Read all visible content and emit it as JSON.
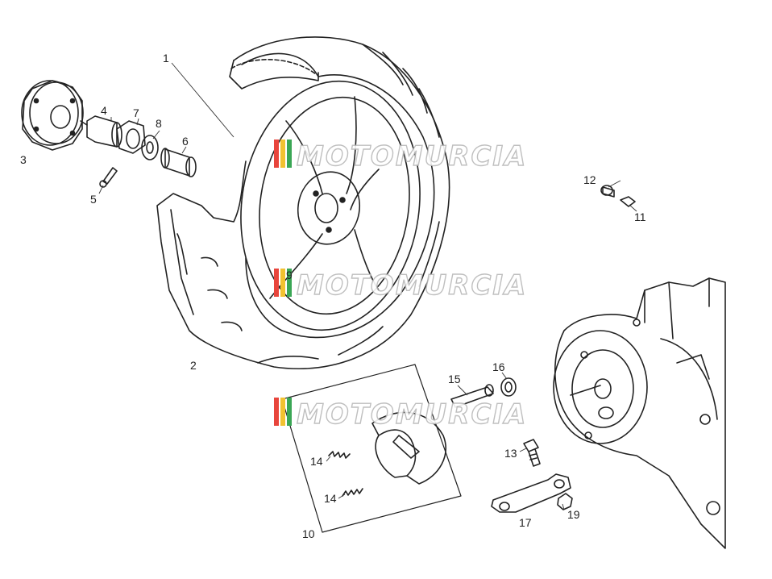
{
  "callouts": {
    "c1": "1",
    "c2": "2",
    "c3": "3",
    "c4": "4",
    "c5": "5",
    "c6": "6",
    "c7": "7",
    "c8": "8",
    "c9": "9",
    "c10": "10",
    "c11": "11",
    "c12": "12",
    "c13": "13",
    "c14a": "14",
    "c14b": "14",
    "c15": "15",
    "c16": "16",
    "c17": "17",
    "c19": "19"
  },
  "watermark": {
    "text": "MOTOMURCIA",
    "stripe_colors": [
      "#e8453c",
      "#f2c230",
      "#3aa655"
    ]
  }
}
